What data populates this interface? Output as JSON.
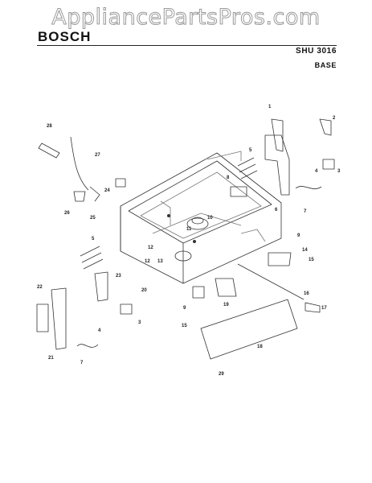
{
  "watermark": "AppliancePartsPros.com",
  "header": {
    "brand": "BOSCH",
    "model": "SHU 3016",
    "section": "BASE"
  },
  "callouts": [
    "1",
    "2",
    "3",
    "4",
    "5",
    "6",
    "7",
    "8",
    "9",
    "10",
    "11",
    "12",
    "13",
    "14",
    "15",
    "16",
    "17",
    "18",
    "19",
    "20",
    "21",
    "22",
    "23",
    "24",
    "25",
    "26",
    "27",
    "28",
    "29",
    "3",
    "4",
    "5",
    "7",
    "9",
    "15",
    "12"
  ]
}
